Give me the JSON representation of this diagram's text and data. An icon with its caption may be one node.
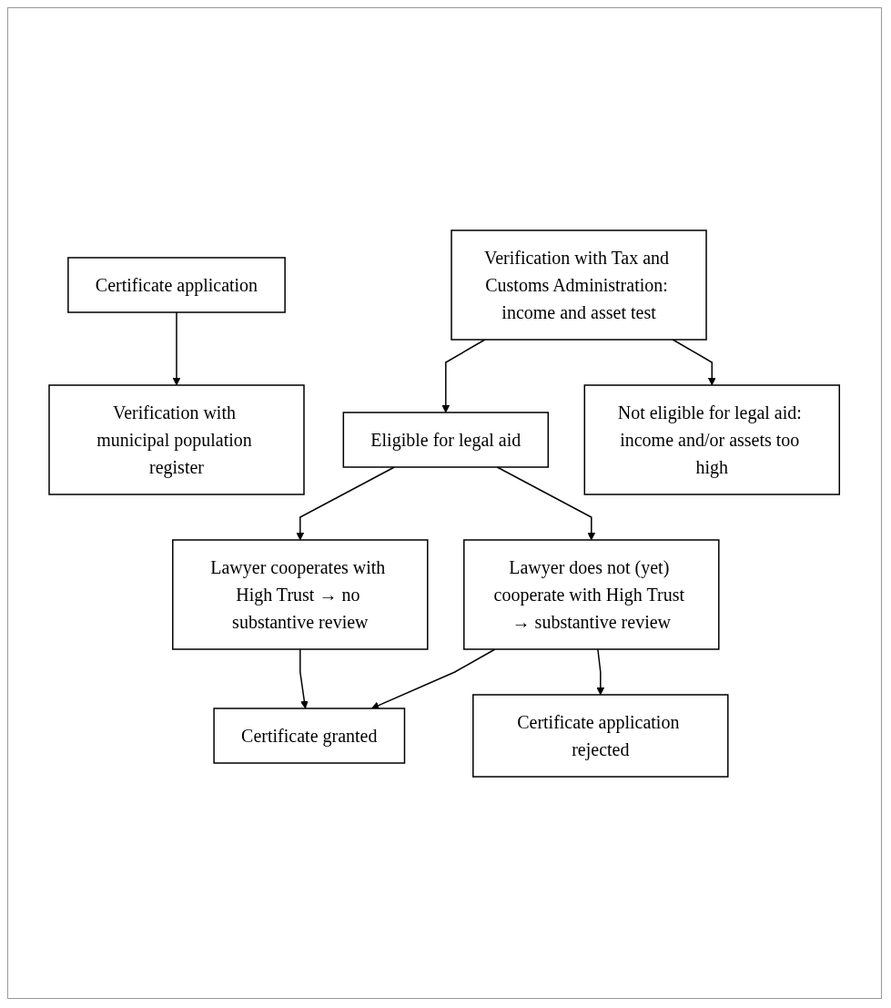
{
  "diagram": {
    "nodes": [
      {
        "text": [
          "Certificate application"
        ]
      },
      {
        "text": [
          "Verification with municipal population register"
        ]
      },
      {
        "text": [
          "Verification with Tax and Customs Administration: income and asset test"
        ]
      },
      {
        "text": [
          "Eligible for legal aid"
        ]
      },
      {
        "text": [
          "Not eligible for legal aid: income and/or assets too high"
        ]
      },
      {
        "text": [
          "Lawyer cooperates with High Trust → no substantive review"
        ]
      },
      {
        "text": [
          "Lawyer does not (yet) cooperate with High Trust → substantive review"
        ]
      },
      {
        "text": [
          "Certificate granted"
        ]
      },
      {
        "text": [
          "Certificate application rejected"
        ]
      }
    ],
    "edges": [
      {
        "from": 0,
        "to": 1,
        "arrow": "to"
      },
      {
        "from": 2,
        "to": 3,
        "arrow": "to"
      },
      {
        "from": 2,
        "to": 4,
        "arrow": "to"
      },
      {
        "from": 3,
        "to": 5,
        "arrow": "to"
      },
      {
        "from": 3,
        "to": 6,
        "arrow": "to"
      },
      {
        "from": 5,
        "to": 7,
        "arrow": "to"
      },
      {
        "from": 6,
        "to": 7,
        "arrow": "to"
      },
      {
        "from": 6,
        "to": 8,
        "arrow": "to"
      }
    ]
  }
}
